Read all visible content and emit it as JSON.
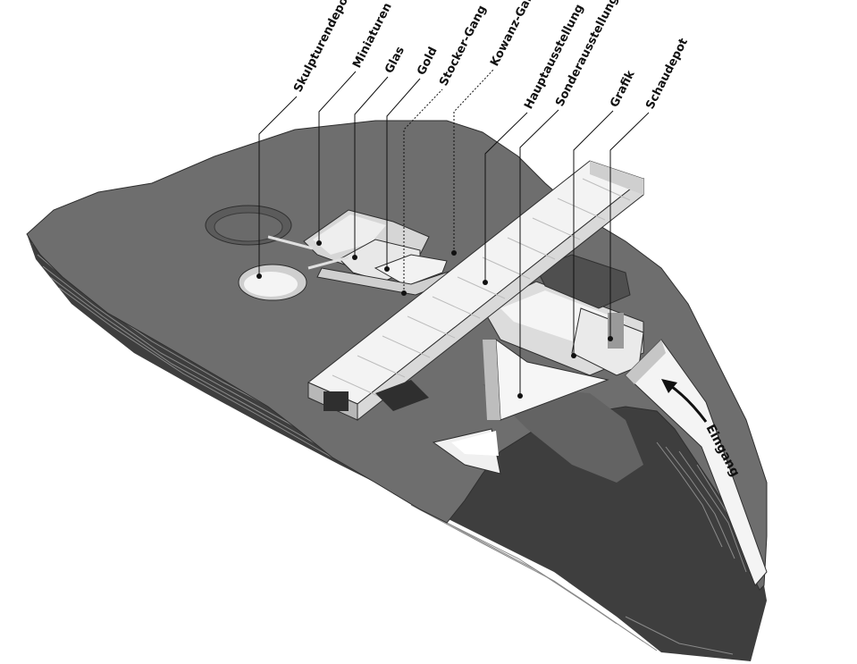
{
  "labels": {
    "skulpturendepot": "Skulpturendepot",
    "miniaturen": "Miniaturen",
    "glas": "Glas",
    "gold": "Gold",
    "stocker_gang": "Stocker-Gang",
    "kowanz_gang": "Kowanz-Gang",
    "hauptausstellung": "Hauptausstellung",
    "sonderausstellung": "Sonderausstellung",
    "grafik": "Grafik",
    "schaudepot": "Schaudepot",
    "eingang": "Eingang"
  },
  "colors": {
    "terrain_top": "#6e6e6e",
    "terrain_layers": "#4a4a4a",
    "terrain_edge": "#2f2f2f",
    "building_white": "#f2f2f2",
    "building_shade": "#c8c8c8",
    "ink": "#111111"
  }
}
